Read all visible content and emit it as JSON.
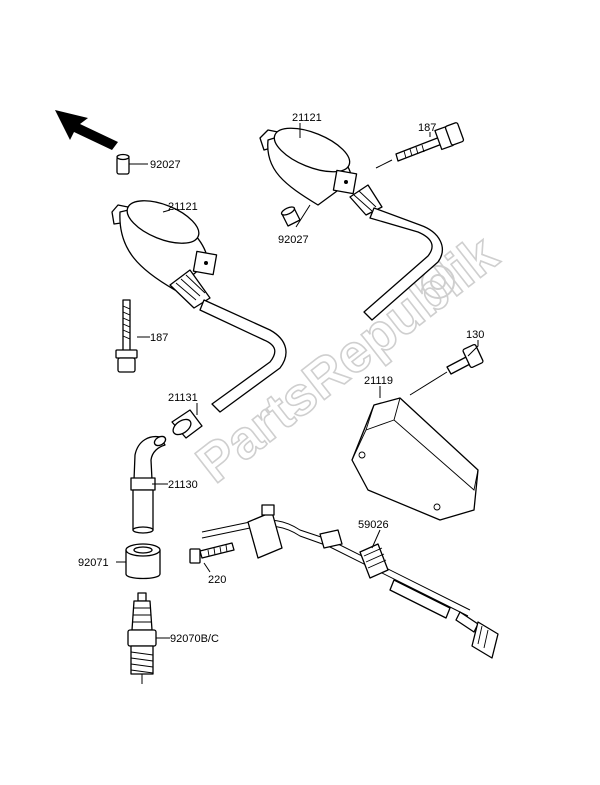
{
  "watermark": "PartsRepublik",
  "parts": [
    {
      "id": "92027-top",
      "label": "92027"
    },
    {
      "id": "21121-left",
      "label": "21121"
    },
    {
      "id": "187-left",
      "label": "187"
    },
    {
      "id": "21121-right",
      "label": "21121"
    },
    {
      "id": "187-right",
      "label": "187"
    },
    {
      "id": "92027-right",
      "label": "92027"
    },
    {
      "id": "21131",
      "label": "21131"
    },
    {
      "id": "21130",
      "label": "21130"
    },
    {
      "id": "92071",
      "label": "92071"
    },
    {
      "id": "92070",
      "label": "92070B/C"
    },
    {
      "id": "130",
      "label": "130"
    },
    {
      "id": "21119",
      "label": "21119"
    },
    {
      "id": "59026",
      "label": "59026"
    },
    {
      "id": "220",
      "label": "220"
    }
  ]
}
